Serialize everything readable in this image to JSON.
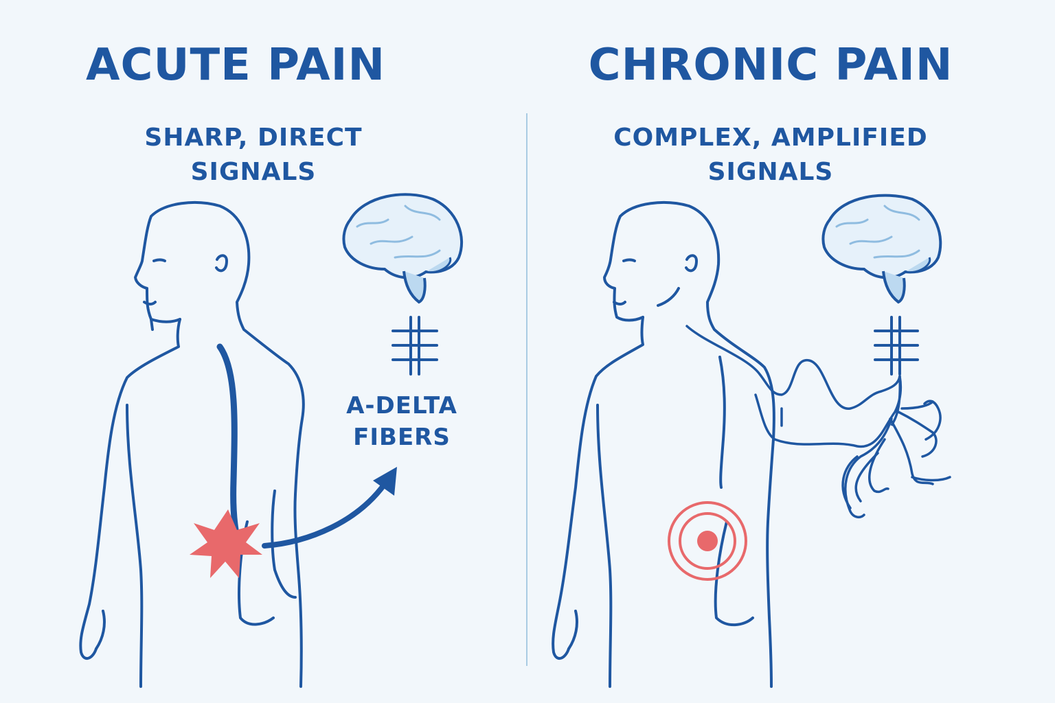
{
  "acute": {
    "title": "ACUTE PAIN",
    "subtitle_line1": "SHARP, DIRECT",
    "subtitle_line2": "SIGNALS",
    "fiber_line1": "A-DELTA",
    "fiber_line2": "FIBERS"
  },
  "chronic": {
    "title": "CHRONIC PAIN",
    "subtitle_line1": "COMPLEX, AMPLIFIED",
    "subtitle_line2": "SIGNALS"
  },
  "colors": {
    "outline": "#1f57a1",
    "pain_marker": "#e8696b",
    "brain_fill": "#e6f1fa",
    "background": "#f2f7fb"
  }
}
